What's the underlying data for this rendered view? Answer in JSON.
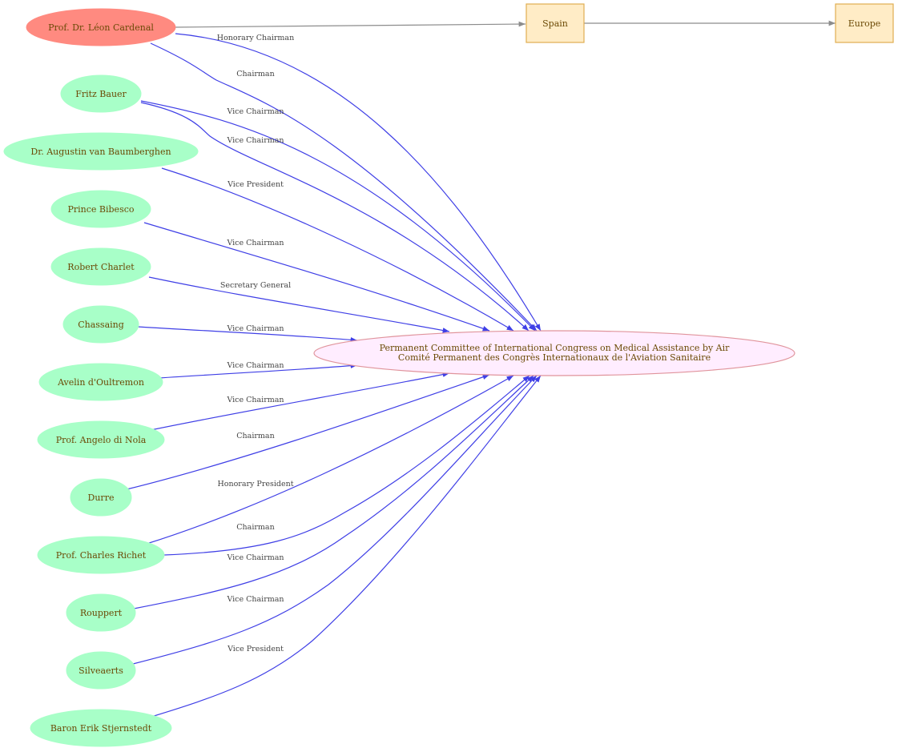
{
  "nodes": {
    "cardenal": "Prof. Dr.  Léon Cardenal",
    "spain": "Spain",
    "europe": "Europe",
    "bauer": "Fritz Bauer",
    "baumberghen": "Dr. Augustin van Baumberghen",
    "bibesco": "Prince Bibesco",
    "charlet": "Robert Charlet",
    "chassaing": "Chassaing",
    "doultremon": "Avelin d'Oultremon",
    "dinola": "Prof. Angelo di Nola",
    "durre": "Durre",
    "richet": "Prof. Charles Richet",
    "rouppert": "Rouppert",
    "silveaerts": "Silveaerts",
    "stjernstedt": "Baron Erik Stjernstedt",
    "committee_line1": "Permanent Committee of International Congress on Medical Assistance by Air",
    "committee_line2": "Comité Permanent des Congrès Internationaux de l'Aviation Sanitaire"
  },
  "edge_labels": {
    "cardenal_honorary": "Honorary Chairman",
    "cardenal_chairman": "Chairman",
    "bauer_vice1": "Vice Chairman",
    "bauer_vice2": "Vice Chairman",
    "baumberghen": "Vice President",
    "bibesco": "Vice Chairman",
    "charlet": "Secretary General",
    "chassaing": "Vice Chairman",
    "doultremon": "Vice Chairman",
    "dinola": "Vice Chairman",
    "durre": "Chairman",
    "richet_honorary": "Honorary President",
    "richet_chairman": "Chairman",
    "rouppert": "Vice Chairman",
    "silveaerts": "Vice Chairman",
    "stjernstedt": "Vice President"
  },
  "colors": {
    "cardenal_fill": "#ff8a80",
    "person_fill": "#a8ffc8",
    "place_fill": "#ffecc6",
    "place_stroke": "#e0ae52",
    "committee_fill": "#ffedff",
    "committee_stroke": "#e0949c",
    "edge_blue": "#3f3fe6",
    "edge_gray": "#8c8c8c"
  }
}
